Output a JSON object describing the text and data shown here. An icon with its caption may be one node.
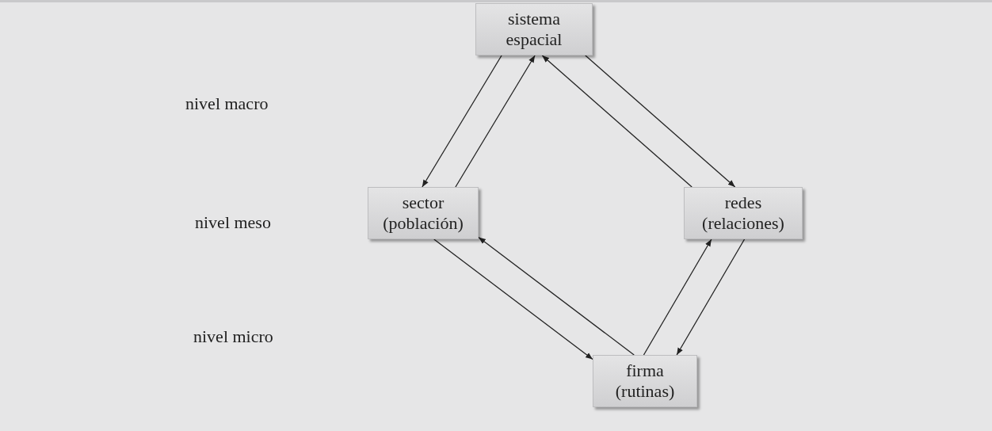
{
  "diagram": {
    "nodes": [
      {
        "text": [
          "sistema espacial"
        ]
      },
      {
        "text": [
          "sector (población)"
        ]
      },
      {
        "text": [
          "redes (relaciones)"
        ]
      },
      {
        "text": [
          "firma (rutinas)"
        ]
      }
    ],
    "edges": [
      {
        "from": 0,
        "to": 1,
        "arrow": "to"
      },
      {
        "from": 1,
        "to": 0,
        "arrow": "to"
      },
      {
        "from": 0,
        "to": 2,
        "arrow": "to"
      },
      {
        "from": 2,
        "to": 0,
        "arrow": "to"
      },
      {
        "from": 1,
        "to": 3,
        "arrow": "to"
      },
      {
        "from": 3,
        "to": 1,
        "arrow": "to"
      },
      {
        "from": 3,
        "to": 2,
        "arrow": "to"
      },
      {
        "from": 2,
        "to": 3,
        "arrow": "to"
      }
    ],
    "labels": [
      "nivel macro",
      "nivel meso",
      "nivel micro"
    ]
  }
}
